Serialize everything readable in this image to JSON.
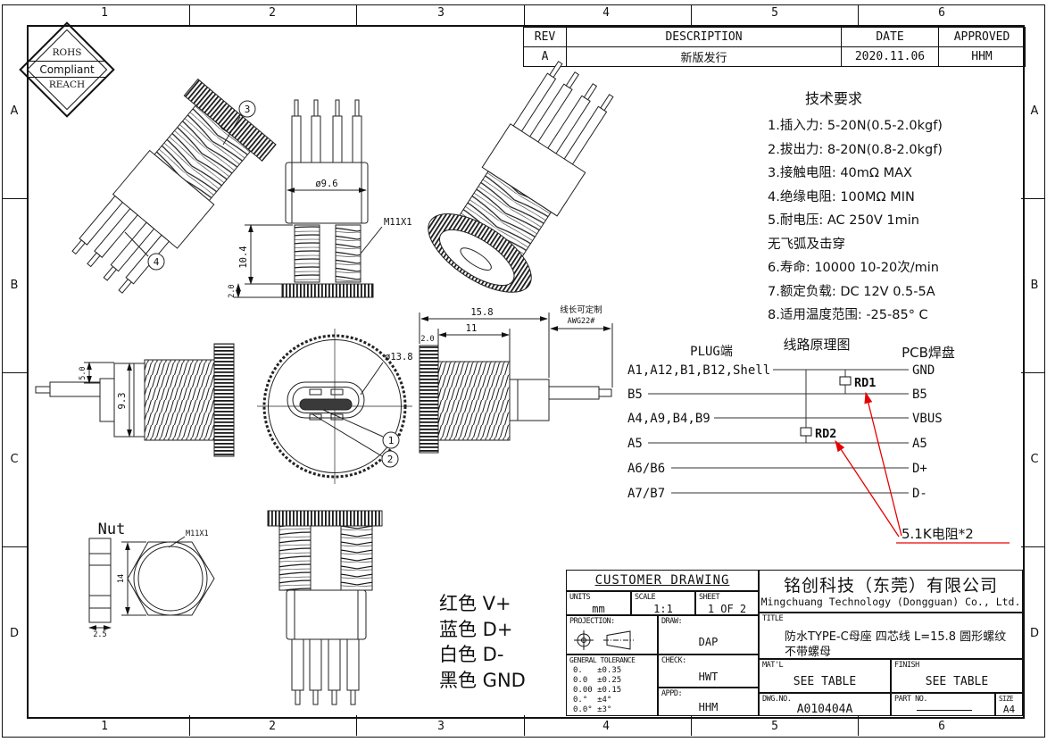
{
  "border": {
    "cols": [
      "1",
      "2",
      "3",
      "4",
      "5",
      "6"
    ],
    "rows": [
      "A",
      "B",
      "C",
      "D"
    ]
  },
  "rohs": {
    "l1": "ROHS",
    "l2": "Compliant",
    "l3": "REACH"
  },
  "rev": {
    "h": [
      "REV",
      "DESCRIPTION",
      "DATE",
      "APPROVED"
    ],
    "r": [
      "A",
      "新版发行",
      "2020.11.06",
      "HHM"
    ]
  },
  "tech": {
    "title": "技术要求",
    "items": [
      "1.插入力: 5-20N(0.5-2.0kgf)",
      "2.拔出力: 8-20N(0.8-2.0kgf)",
      "3.接触电阻: 40mΩ MAX",
      "4.绝缘电阻: 100MΩ MIN",
      "5.耐电压: AC 250V 1min",
      "无飞弧及击穿",
      "6.寿命: 10000 10-20次/min",
      "7.额定负载: DC 12V 0.5-5A",
      "8.适用温度范围: -25-85° C"
    ]
  },
  "schematic": {
    "title": "线路原理图",
    "plug": "PLUG端",
    "pcb": "PCB焊盘",
    "rows": [
      {
        "l": "A1,A12,B1,B12,Shell",
        "r": "GND"
      },
      {
        "l": "B5",
        "r": "B5"
      },
      {
        "l": "A4,A9,B4,B9",
        "r": "VBUS"
      },
      {
        "l": "A5",
        "r": "A5"
      },
      {
        "l": "A6/B6",
        "r": "D+"
      },
      {
        "l": "A7/B7",
        "r": "D-"
      }
    ],
    "r1": "RD1",
    "r2": "RD2",
    "note": "5.1K电阻*2",
    "accent": "#e60000"
  },
  "views": {
    "iso": {
      "b3": "3",
      "b4": "4"
    },
    "front": {
      "dia": "ø9.6",
      "thread": "M11X1",
      "h": "10.4",
      "head": "2.0"
    },
    "side_left": {
      "d1": "5.0",
      "d2": "9.3"
    },
    "face": {
      "dia": "ø13.8",
      "b1": "1",
      "b2": "2"
    },
    "side_right": {
      "total": "15.8",
      "len": "11",
      "head": "2.0",
      "note1": "线长可定制",
      "note2": "AWG22#"
    },
    "nut": {
      "label": "Nut",
      "thread": "M11X1",
      "across": "14",
      "thick": "2.5"
    }
  },
  "wires": [
    "红色 V+",
    "蓝色 D+",
    "白色 D-",
    "黑色 GND"
  ],
  "tb": {
    "cd": "CUSTOMER DRAWING",
    "units_l": "UNITS",
    "units_v": "mm",
    "scale_l": "SCALE",
    "scale_v": "1:1",
    "sheet_l": "SHEET",
    "sheet_v": "1 OF 2",
    "proj_l": "PROJECTION:",
    "draw_l": "DRAW:",
    "draw_v": "DAP",
    "check_l": "CHECK:",
    "check_v": "HWT",
    "appd_l": "APPD:",
    "appd_v": "HHM",
    "tol_l": "GENERAL TOLERANCE",
    "tol": [
      "0.   ±0.35",
      "0.0  ±0.25",
      "0.00 ±0.15",
      "0.°  ±4°",
      "0.0° ±3°"
    ],
    "company_cn": "铭创科技（东莞）有限公司",
    "company_en": "Mingchuang Technology (Dongguan) Co., Ltd.",
    "title_l": "TITLE",
    "title1": "防水TYPE-C母座 四芯线 L=15.8 圆形螺纹",
    "title2": "不带螺母",
    "matl_l": "MAT'L",
    "matl_v": "SEE TABLE",
    "finish_l": "FINISH",
    "finish_v": "SEE TABLE",
    "dwg_l": "DWG.NO.",
    "dwg_v": "A010404A",
    "part_l": "PART NO.",
    "size_l": "SIZE",
    "size_v": "A4"
  }
}
